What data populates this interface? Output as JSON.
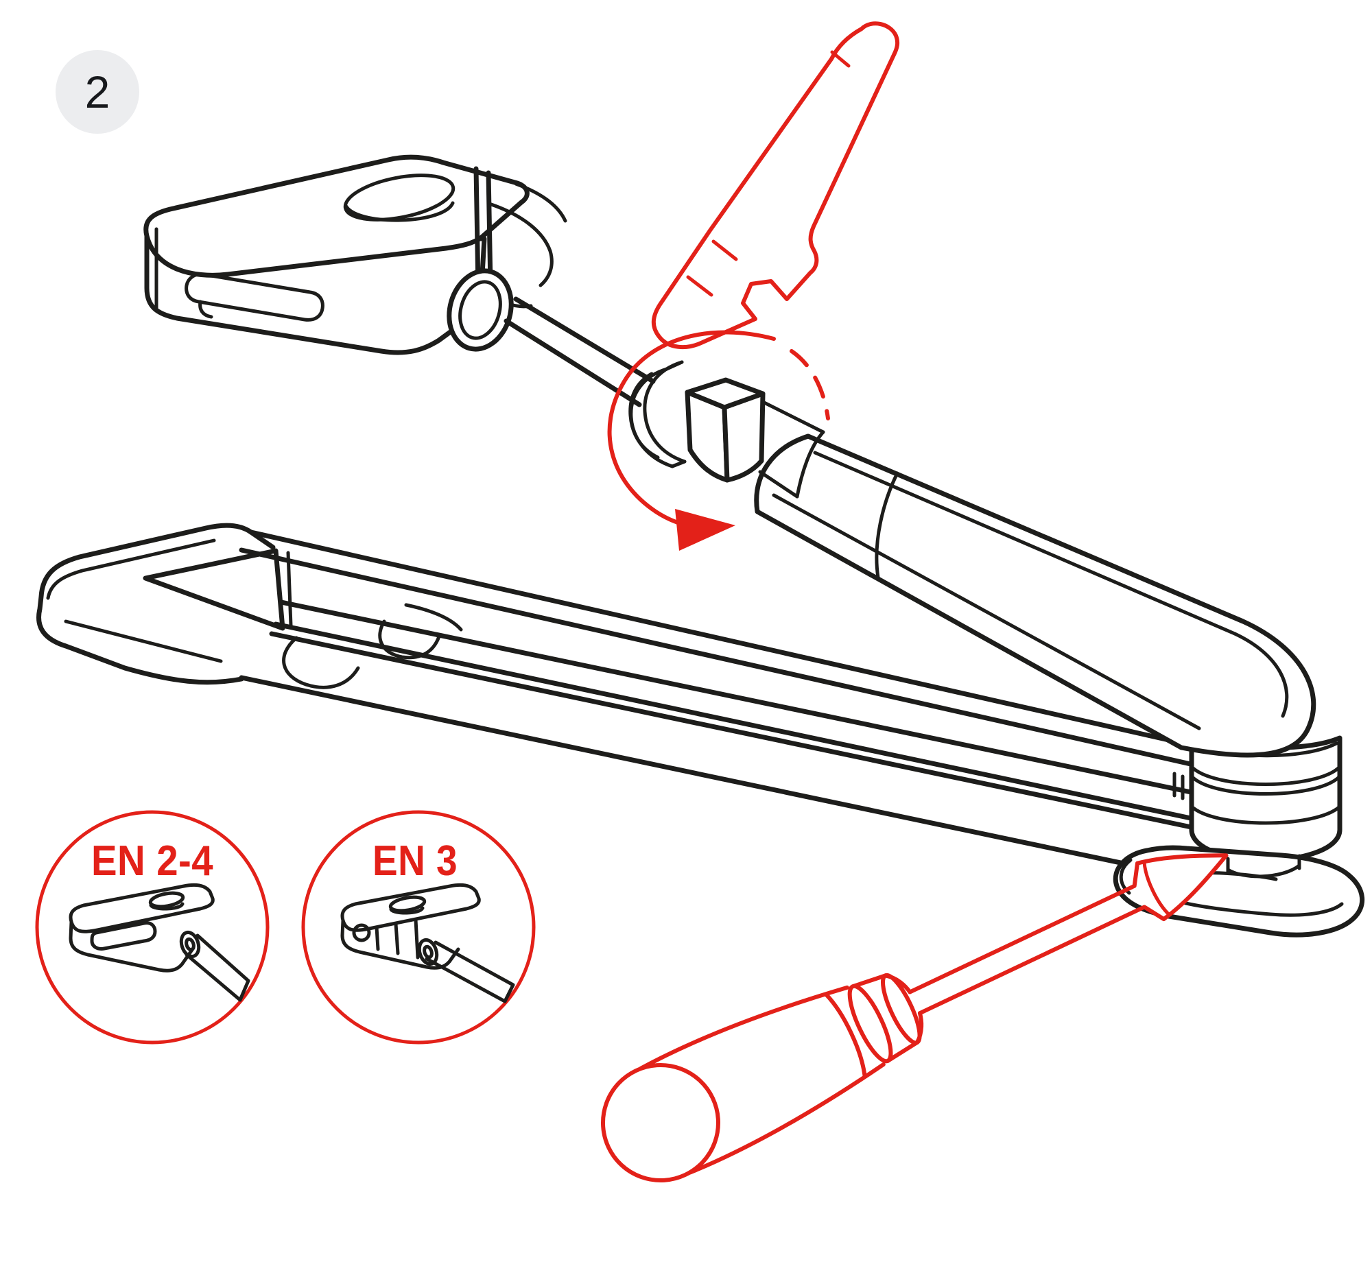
{
  "colors": {
    "red": "#e32119",
    "line": "#1d1d1b",
    "badge_bg": "#ecedef",
    "badge_text": "#17191c",
    "background": "#ffffff"
  },
  "step_badge": {
    "number": "2"
  },
  "detail_circles": [
    {
      "label": "EN 2-4"
    },
    {
      "label": "EN 3"
    }
  ],
  "illustration": {
    "type": "door-closer-arm-installation-step",
    "tools": [
      "open-end-wrench",
      "flat-screwdriver"
    ],
    "annotations": [
      "counter-clockwise-rotation-arrow"
    ],
    "parts": [
      "arm-shoe-bracket",
      "forearm-rod",
      "locknut",
      "piston-arm",
      "pivot-stack",
      "mounting-foot",
      "main-arm"
    ]
  }
}
